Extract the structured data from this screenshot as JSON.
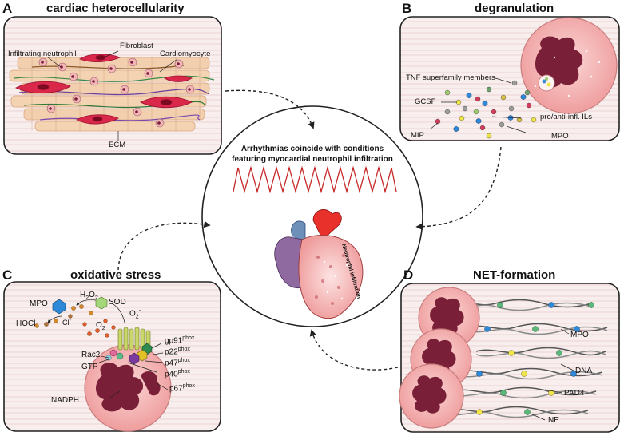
{
  "panels": {
    "a": {
      "letter": "A",
      "title": "cardiac heterocellularity",
      "labels": {
        "neutrophil": "Infiltrating neutrophil",
        "fibroblast": "Fibroblast",
        "cardiomyocyte": "Cardiomyocyte",
        "ecm": "ECM"
      }
    },
    "b": {
      "letter": "B",
      "title": "degranulation",
      "labels": {
        "tnf": "TNF superfamily members",
        "gcsf": "GCSF",
        "ils": "pro/anti-infl. ILs",
        "mip": "MIP",
        "mpo": "MPO"
      }
    },
    "c": {
      "letter": "C",
      "title": "oxidative stress",
      "labels": {
        "mpo": "MPO",
        "h2o2": "H",
        "h2o2_sub": "2",
        "h2o2_tail": "O",
        "h2o2_sub2": "2",
        "sod": "SOD",
        "hocl": "HOCl",
        "cl": "Cl",
        "cl_sup": "-",
        "o2": "O",
        "o2_sub": "2",
        "o2r": "O",
        "o2r_sub": "2",
        "o2r_sup": "-",
        "rac2": "Rac2",
        "gtp": "GTP",
        "nadph": "NADPH",
        "gp91": "gp91",
        "p22": "p22",
        "p47": "p47",
        "p40": "p40",
        "p67": "p67",
        "phox": "phox"
      }
    },
    "d": {
      "letter": "D",
      "title": "NET-formation",
      "labels": {
        "mpo": "MPO",
        "dna": "DNA",
        "pad4": "PAD4",
        "ne": "NE"
      }
    }
  },
  "center": {
    "line1": "Arrhythmias coincide with conditions",
    "line2": "featuring myocardial neutrophil infiltration",
    "heart_label": "Neutrophil infiltration"
  },
  "colors": {
    "panel_bg": "#f7eded",
    "muscle": "#f4d3b3",
    "neutrophil": "#f3b6b6",
    "nucleus": "#7a1f38",
    "fibroblast": "#d9284a",
    "ecg": "#c62828",
    "aorta": "#e8312a",
    "vessel_blue": "#6d8fb8",
    "atrium": "#8e6aa0"
  }
}
